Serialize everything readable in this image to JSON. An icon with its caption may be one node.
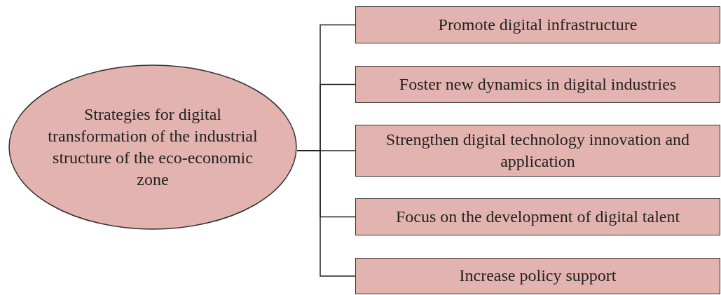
{
  "diagram": {
    "nodes": [
      {
        "text": [
          "Strategies for digital transformation of the industrial structure of the eco-economic zone"
        ]
      },
      {
        "text": [
          "Promote digital infrastructure"
        ]
      },
      {
        "text": [
          "Foster new dynamics in digital industries"
        ]
      },
      {
        "text": [
          "Strengthen digital technology innovation and application"
        ]
      },
      {
        "text": [
          "Focus on the development of digital talent"
        ]
      },
      {
        "text": [
          "Increase policy support"
        ]
      }
    ],
    "edges": [
      {
        "from": 0,
        "to": 1,
        "arrow": "none"
      },
      {
        "from": 0,
        "to": 2,
        "arrow": "none"
      },
      {
        "from": 0,
        "to": 3,
        "arrow": "none"
      },
      {
        "from": 0,
        "to": 4,
        "arrow": "none"
      },
      {
        "from": 0,
        "to": 5,
        "arrow": "none"
      }
    ]
  }
}
